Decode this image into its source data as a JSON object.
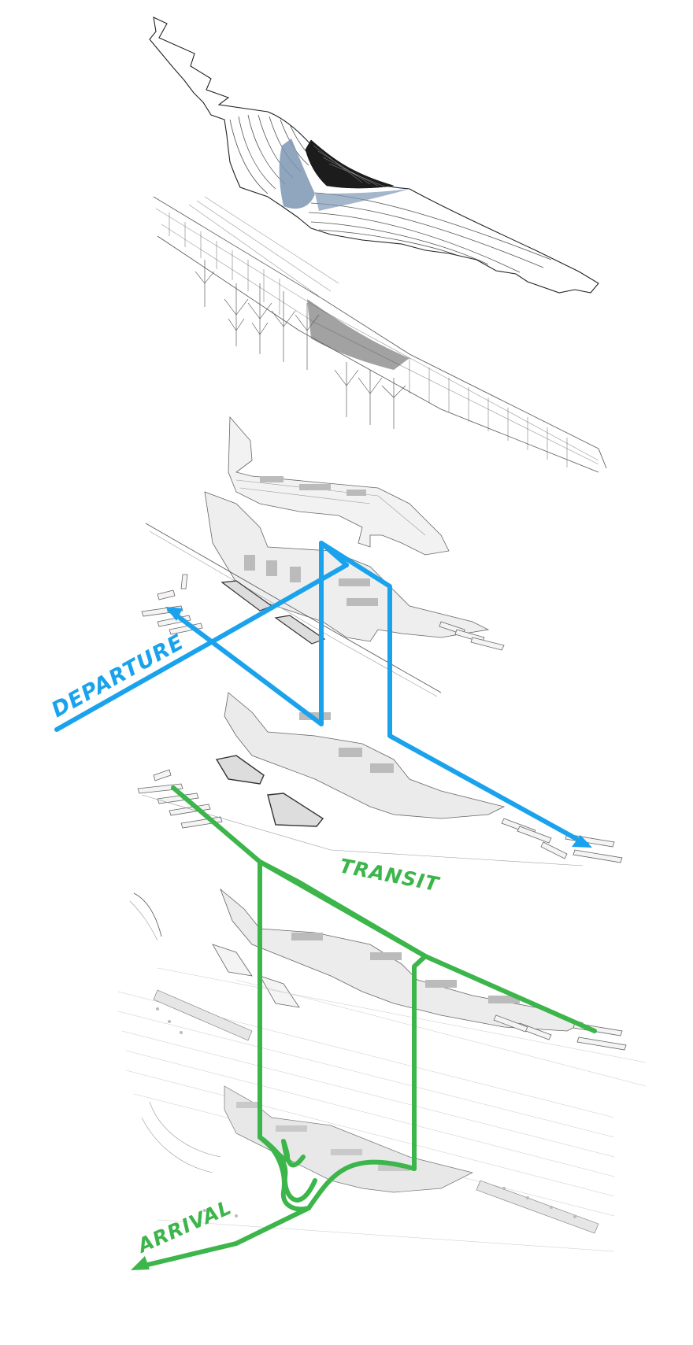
{
  "labels": {
    "departure": "DEPARTURE",
    "transit": "TRANSIT",
    "arrival": "ARRIVAL"
  },
  "colors": {
    "departure": "#1aa3ec",
    "transit": "#3cb54a",
    "arrival": "#3cb54a",
    "roof_accent": "#7d97b4"
  }
}
